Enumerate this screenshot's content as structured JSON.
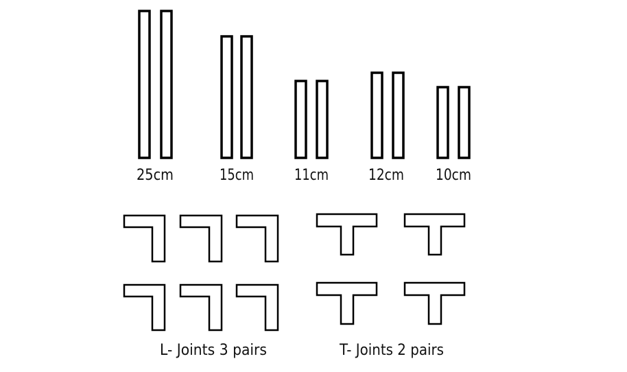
{
  "diagram": {
    "stick_groups": [
      {
        "label": "25cm"
      },
      {
        "label": "15cm"
      },
      {
        "label": "11cm"
      },
      {
        "label": "12cm"
      },
      {
        "label": "10cm"
      }
    ],
    "l_joints": {
      "label": "L- Joints 3 pairs",
      "count": 6
    },
    "t_joints": {
      "label": "T- Joints 2 pairs",
      "count": 4
    },
    "colors": {
      "stroke": "#000000",
      "background": "#ffffff"
    }
  }
}
